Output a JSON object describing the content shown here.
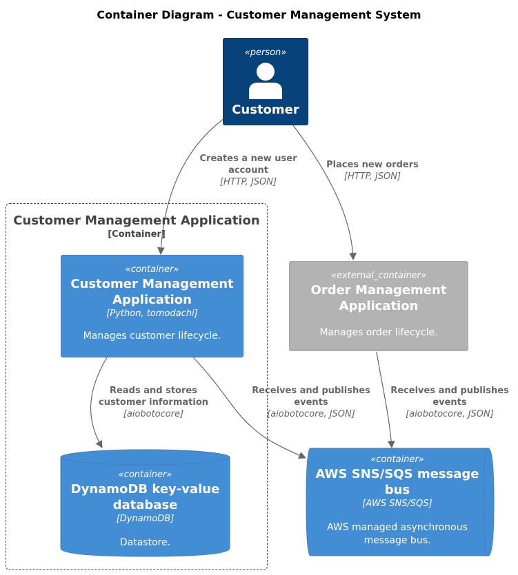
{
  "title": "Container Diagram - Customer Management System",
  "colors": {
    "person": "#08427b",
    "container": "#438dd5",
    "external_container": "#b3b3b3",
    "edge": "#666666",
    "boundary": "#444444"
  },
  "person": {
    "stereotype": "«person»",
    "icon": "person-icon",
    "name": "Customer"
  },
  "boundary": {
    "name": "Customer Management Application",
    "type": "[Container]"
  },
  "containers": {
    "customer_app": {
      "stereotype": "«container»",
      "name_line1": "Customer Management",
      "name_line2": "Application",
      "technology": "[Python, tomodachi]",
      "description": "Manages customer lifecycle."
    },
    "order_app": {
      "stereotype": "«external_container»",
      "name_line1": "Order Management",
      "name_line2": "Application",
      "description": "Manages order lifecycle."
    },
    "database": {
      "stereotype": "«container»",
      "name_line1": "DynamoDB key-value",
      "name_line2": "database",
      "technology": "[DynamoDB]",
      "description": "Datastore."
    },
    "message_bus": {
      "stereotype": "«container»",
      "name_line1": "AWS SNS/SQS message",
      "name_line2": "bus",
      "technology": "[AWS SNS/SQS]",
      "description_line1": "AWS managed asynchronous",
      "description_line2": "message bus."
    }
  },
  "relations": {
    "create_account": {
      "label_line1": "Creates a new user",
      "label_line2": "account",
      "technology": "[HTTP, JSON]"
    },
    "place_orders": {
      "label": "Places new orders",
      "technology": "[HTTP, JSON]"
    },
    "read_store": {
      "label_line1": "Reads and stores",
      "label_line2": "customer information",
      "technology": "[aiobotocore]"
    },
    "cma_events": {
      "label_line1": "Receives and publishes",
      "label_line2": "events",
      "technology": "[aiobotocore, JSON]"
    },
    "oma_events": {
      "label_line1": "Receives and publishes",
      "label_line2": "events",
      "technology": "[aiobotocore, JSON]"
    }
  }
}
